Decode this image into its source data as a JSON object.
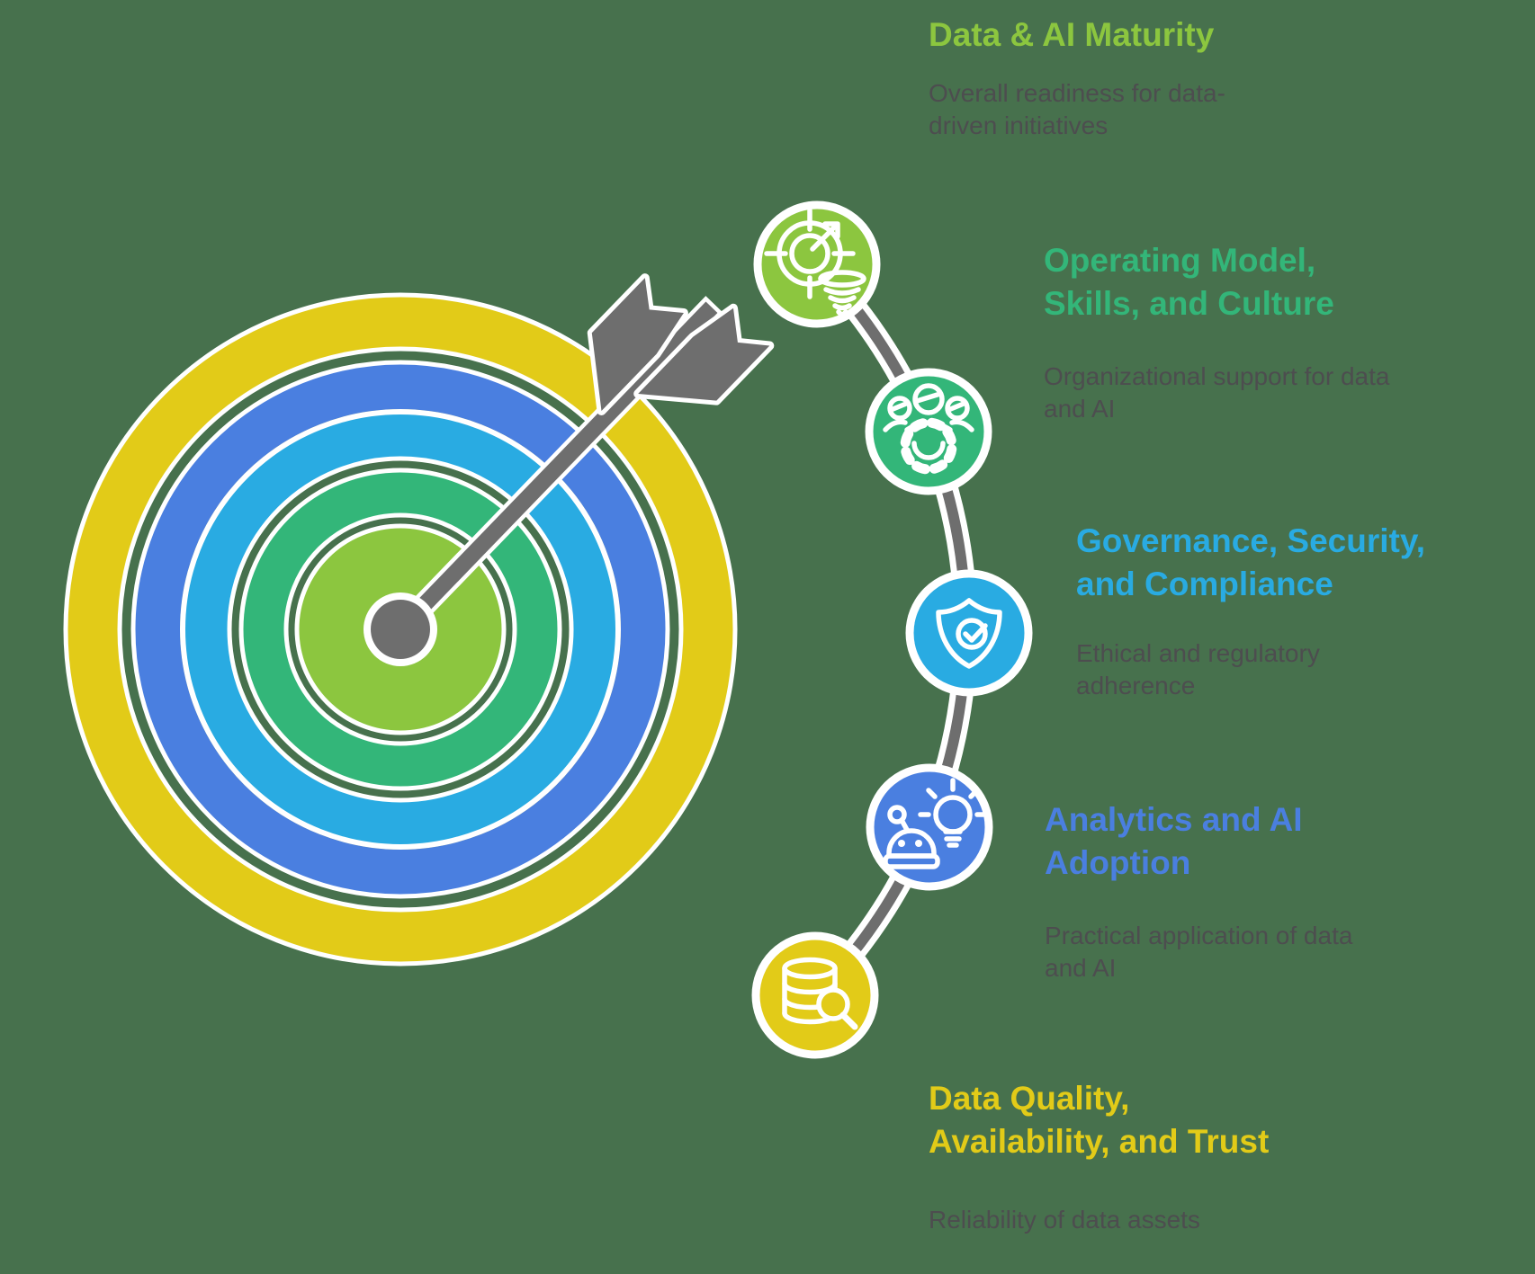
{
  "background_color": "#47714D",
  "graphic": {
    "type": "bullseye-target-with-arrow",
    "ring_colors_outer_to_inner": [
      "#E2CB18",
      "#4A7FE0",
      "#29ABE2",
      "#33B679",
      "#8CC63F"
    ],
    "arrow_color": "#6E6E6E",
    "connector_color": "#6E6E6E"
  },
  "items": [
    {
      "id": "data-ai-maturity",
      "icon": "gauge-funnel-icon",
      "color": "#8CC63F",
      "title": "Data & AI Maturity",
      "title_lines": [
        "Data & AI Maturity"
      ],
      "subtitle": "Overall readiness for data-driven initiatives",
      "subtitle_lines": [
        "Overall readiness for data-",
        "driven initiatives"
      ]
    },
    {
      "id": "operating-model-skills-culture",
      "icon": "team-gear-icon",
      "color": "#33B679",
      "title": "Operating Model, Skills, and Culture",
      "title_lines": [
        "Operating Model,",
        "Skills, and Culture"
      ],
      "subtitle": "Organizational support for data and AI",
      "subtitle_lines": [
        "Organizational support for data",
        "and AI"
      ]
    },
    {
      "id": "governance-security-compliance",
      "icon": "shield-check-icon",
      "color": "#29ABE2",
      "title": "Governance, Security, and Compliance",
      "title_lines": [
        "Governance, Security,",
        "and Compliance"
      ],
      "subtitle": "Ethical and regulatory adherence",
      "subtitle_lines": [
        "Ethical and regulatory",
        "adherence"
      ]
    },
    {
      "id": "analytics-ai-adoption",
      "icon": "robot-lightbulb-icon",
      "color": "#4A7FE0",
      "title": "Analytics and AI Adoption",
      "title_lines": [
        "Analytics and AI",
        "Adoption"
      ],
      "subtitle": "Practical application of data and AI",
      "subtitle_lines": [
        "Practical application of data",
        "and AI"
      ]
    },
    {
      "id": "data-quality-availability-trust",
      "icon": "database-search-icon",
      "color": "#E2CB18",
      "title": "Data Quality, Availability, and Trust",
      "title_lines": [
        "Data Quality,",
        "Availability, and Trust"
      ],
      "subtitle": "Reliability of data assets",
      "subtitle_lines": [
        "Reliability of data assets"
      ]
    }
  ]
}
